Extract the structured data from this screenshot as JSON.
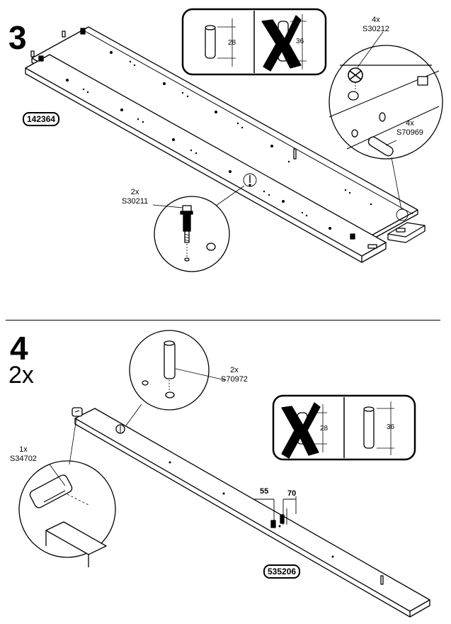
{
  "step3": {
    "number": "3",
    "part_label": "142364",
    "callout_a": {
      "qty": "4x",
      "code": "S30212"
    },
    "callout_b": {
      "qty": "4x",
      "code": "S70969"
    },
    "callout_c": {
      "qty": "2x",
      "code": "S30211"
    },
    "dim_ok": "28",
    "dim_wrong": "36"
  },
  "step4": {
    "number": "4",
    "multiplier": "2x",
    "part_label": "535206",
    "callout_a": {
      "qty": "2x",
      "code": "S70972"
    },
    "callout_b": {
      "qty": "1x",
      "code": "S34702"
    },
    "dim_wrong": "28",
    "dim_ok": "36",
    "measure_a": "55",
    "measure_b": "70"
  }
}
